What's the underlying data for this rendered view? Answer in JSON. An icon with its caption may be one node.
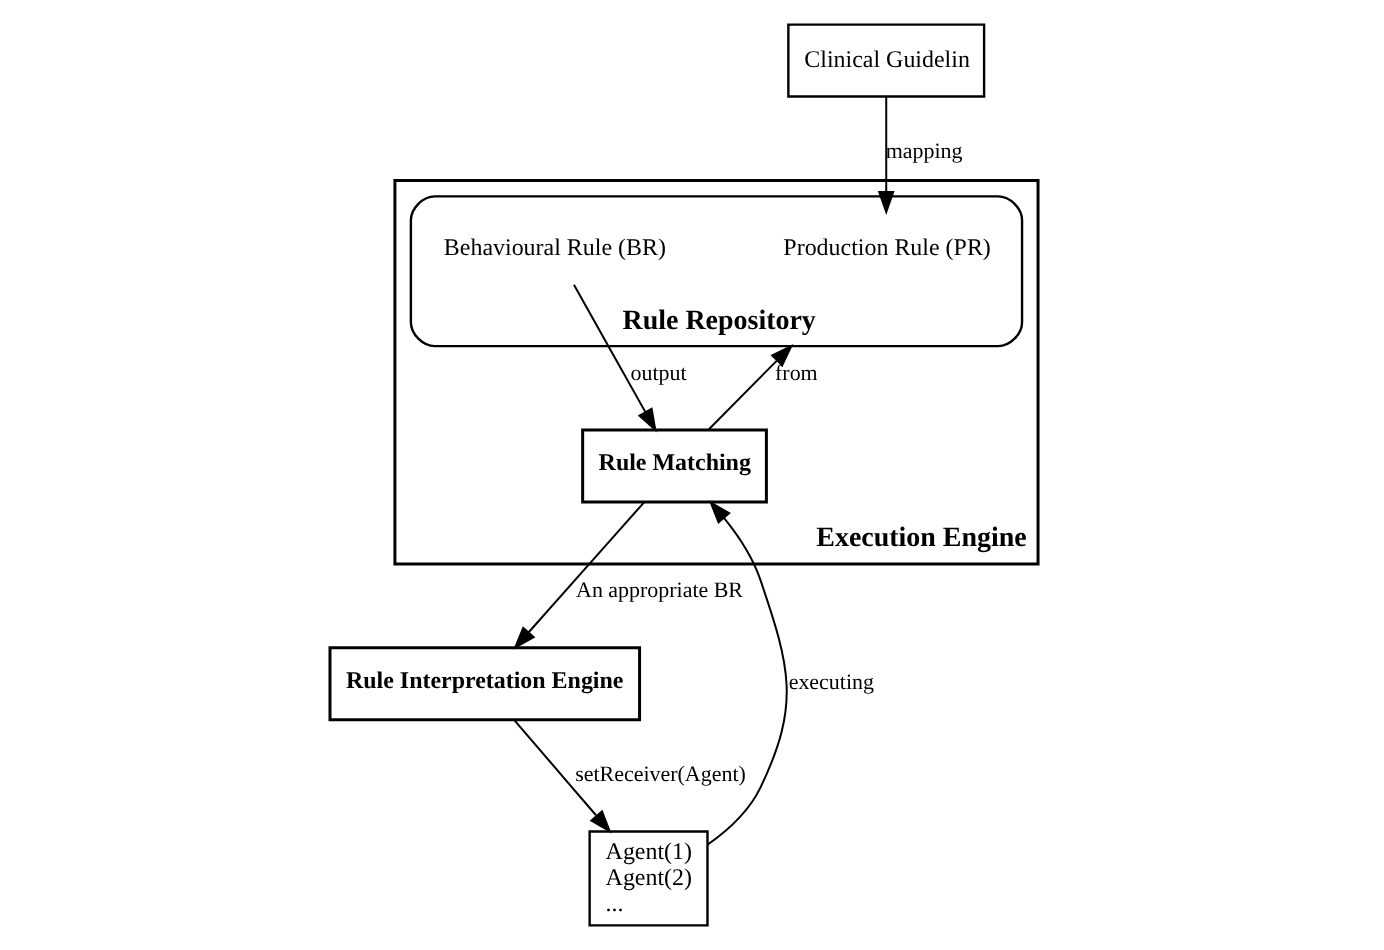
{
  "diagram": {
    "nodes": [
      {
        "text": [
          "Execution Engine"
        ]
      },
      {
        "text": [
          "Rule Repository"
        ],
        "in": 0
      },
      {
        "text": [
          "Production Rule (PR)"
        ],
        "in": 1
      },
      {
        "text": [
          "Behavioural Rule (BR)"
        ],
        "in": 1
      },
      {
        "text": [
          "Rule Matching"
        ],
        "in": 0
      },
      {
        "text": [
          "Rule Interpretation Engine"
        ]
      },
      {
        "text": [
          "Clinical Guidelin"
        ]
      },
      {
        "text": [
          "Agent(1)",
          "Agent(2)",
          "..."
        ]
      }
    ],
    "edges": [
      {
        "from": 6,
        "to": 2,
        "label": "mapping",
        "arrow": "to"
      },
      {
        "from": 4,
        "to": 1,
        "label": "from",
        "arrow": "to"
      },
      {
        "from": 3,
        "to": 4,
        "label": "output",
        "arrow": "to"
      },
      {
        "from": 4,
        "to": 5,
        "label": "An appropriate BR",
        "arrow": "to"
      },
      {
        "from": 7,
        "to": 4,
        "label": "executing",
        "arrow": "to"
      },
      {
        "from": 5,
        "to": 7,
        "label": "setReceiver(Agent)",
        "arrow": "to"
      }
    ]
  }
}
